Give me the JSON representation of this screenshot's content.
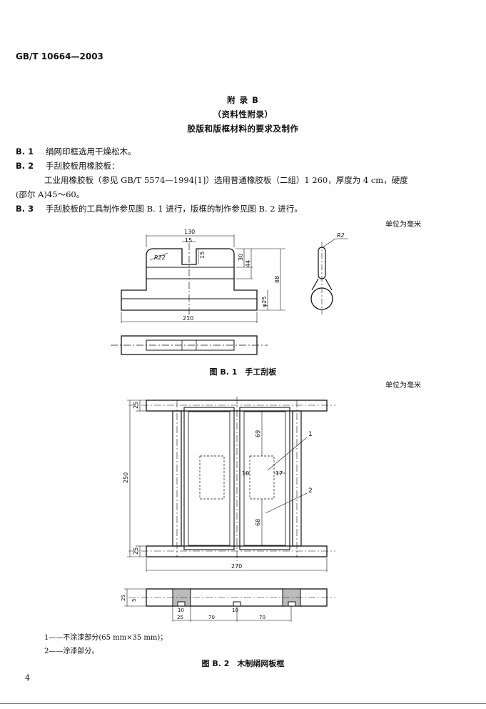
{
  "header": {
    "std_code": "GB/T 10664—2003"
  },
  "annex": {
    "title": "附 录 B",
    "nature": "（资料性附录）",
    "subject": "胶版和版框材料的要求及制作"
  },
  "clauses": [
    {
      "no": "B. 1",
      "text": "绢网印框选用干燥松木。"
    },
    {
      "no": "B. 2",
      "text": "手刮胶板用橡胶板："
    },
    {
      "no": "",
      "text": "工业用橡胶板（参见 GB/T 5574—1994[1]）选用普通橡胶板（二组）1 260，厚度为 4 cm，硬度"
    },
    {
      "no": "",
      "text": "(邵尔 A)45～60。"
    },
    {
      "no": "B. 3",
      "text": "手刮胶板的工具制作参见图 B. 1 进行，版框的制作参见图 B. 2 进行。"
    }
  ],
  "figure1": {
    "unit": "单位为毫米",
    "caption": "图 B. 1　手工刮板",
    "dims": {
      "width_top": "130",
      "notch": "15",
      "notch_depth": "15",
      "radius": "R22",
      "h30": "30",
      "h44": "44",
      "h88": "88",
      "dia": "φ25",
      "width_base": "210",
      "tip_radius": "R2"
    }
  },
  "figure2": {
    "unit": "单位为毫米",
    "caption": "图 B. 2　木制绢网板框",
    "dims": {
      "top_rail": "25",
      "height": "250",
      "bottom_rail": "25",
      "width": "270",
      "d69": "69",
      "d68": "68",
      "d10": "10",
      "d17": "17",
      "s25": "25",
      "s5": "5",
      "b10a": "10",
      "b10b": "10",
      "b25": "25",
      "b70a": "70",
      "b70b": "70"
    },
    "callouts": {
      "c1": "1",
      "c2": "2"
    },
    "legend": [
      "1——不涂漆部分(65 mm×35 mm)；",
      "2——涂漆部分。"
    ]
  },
  "footer": {
    "page_no": "4"
  }
}
